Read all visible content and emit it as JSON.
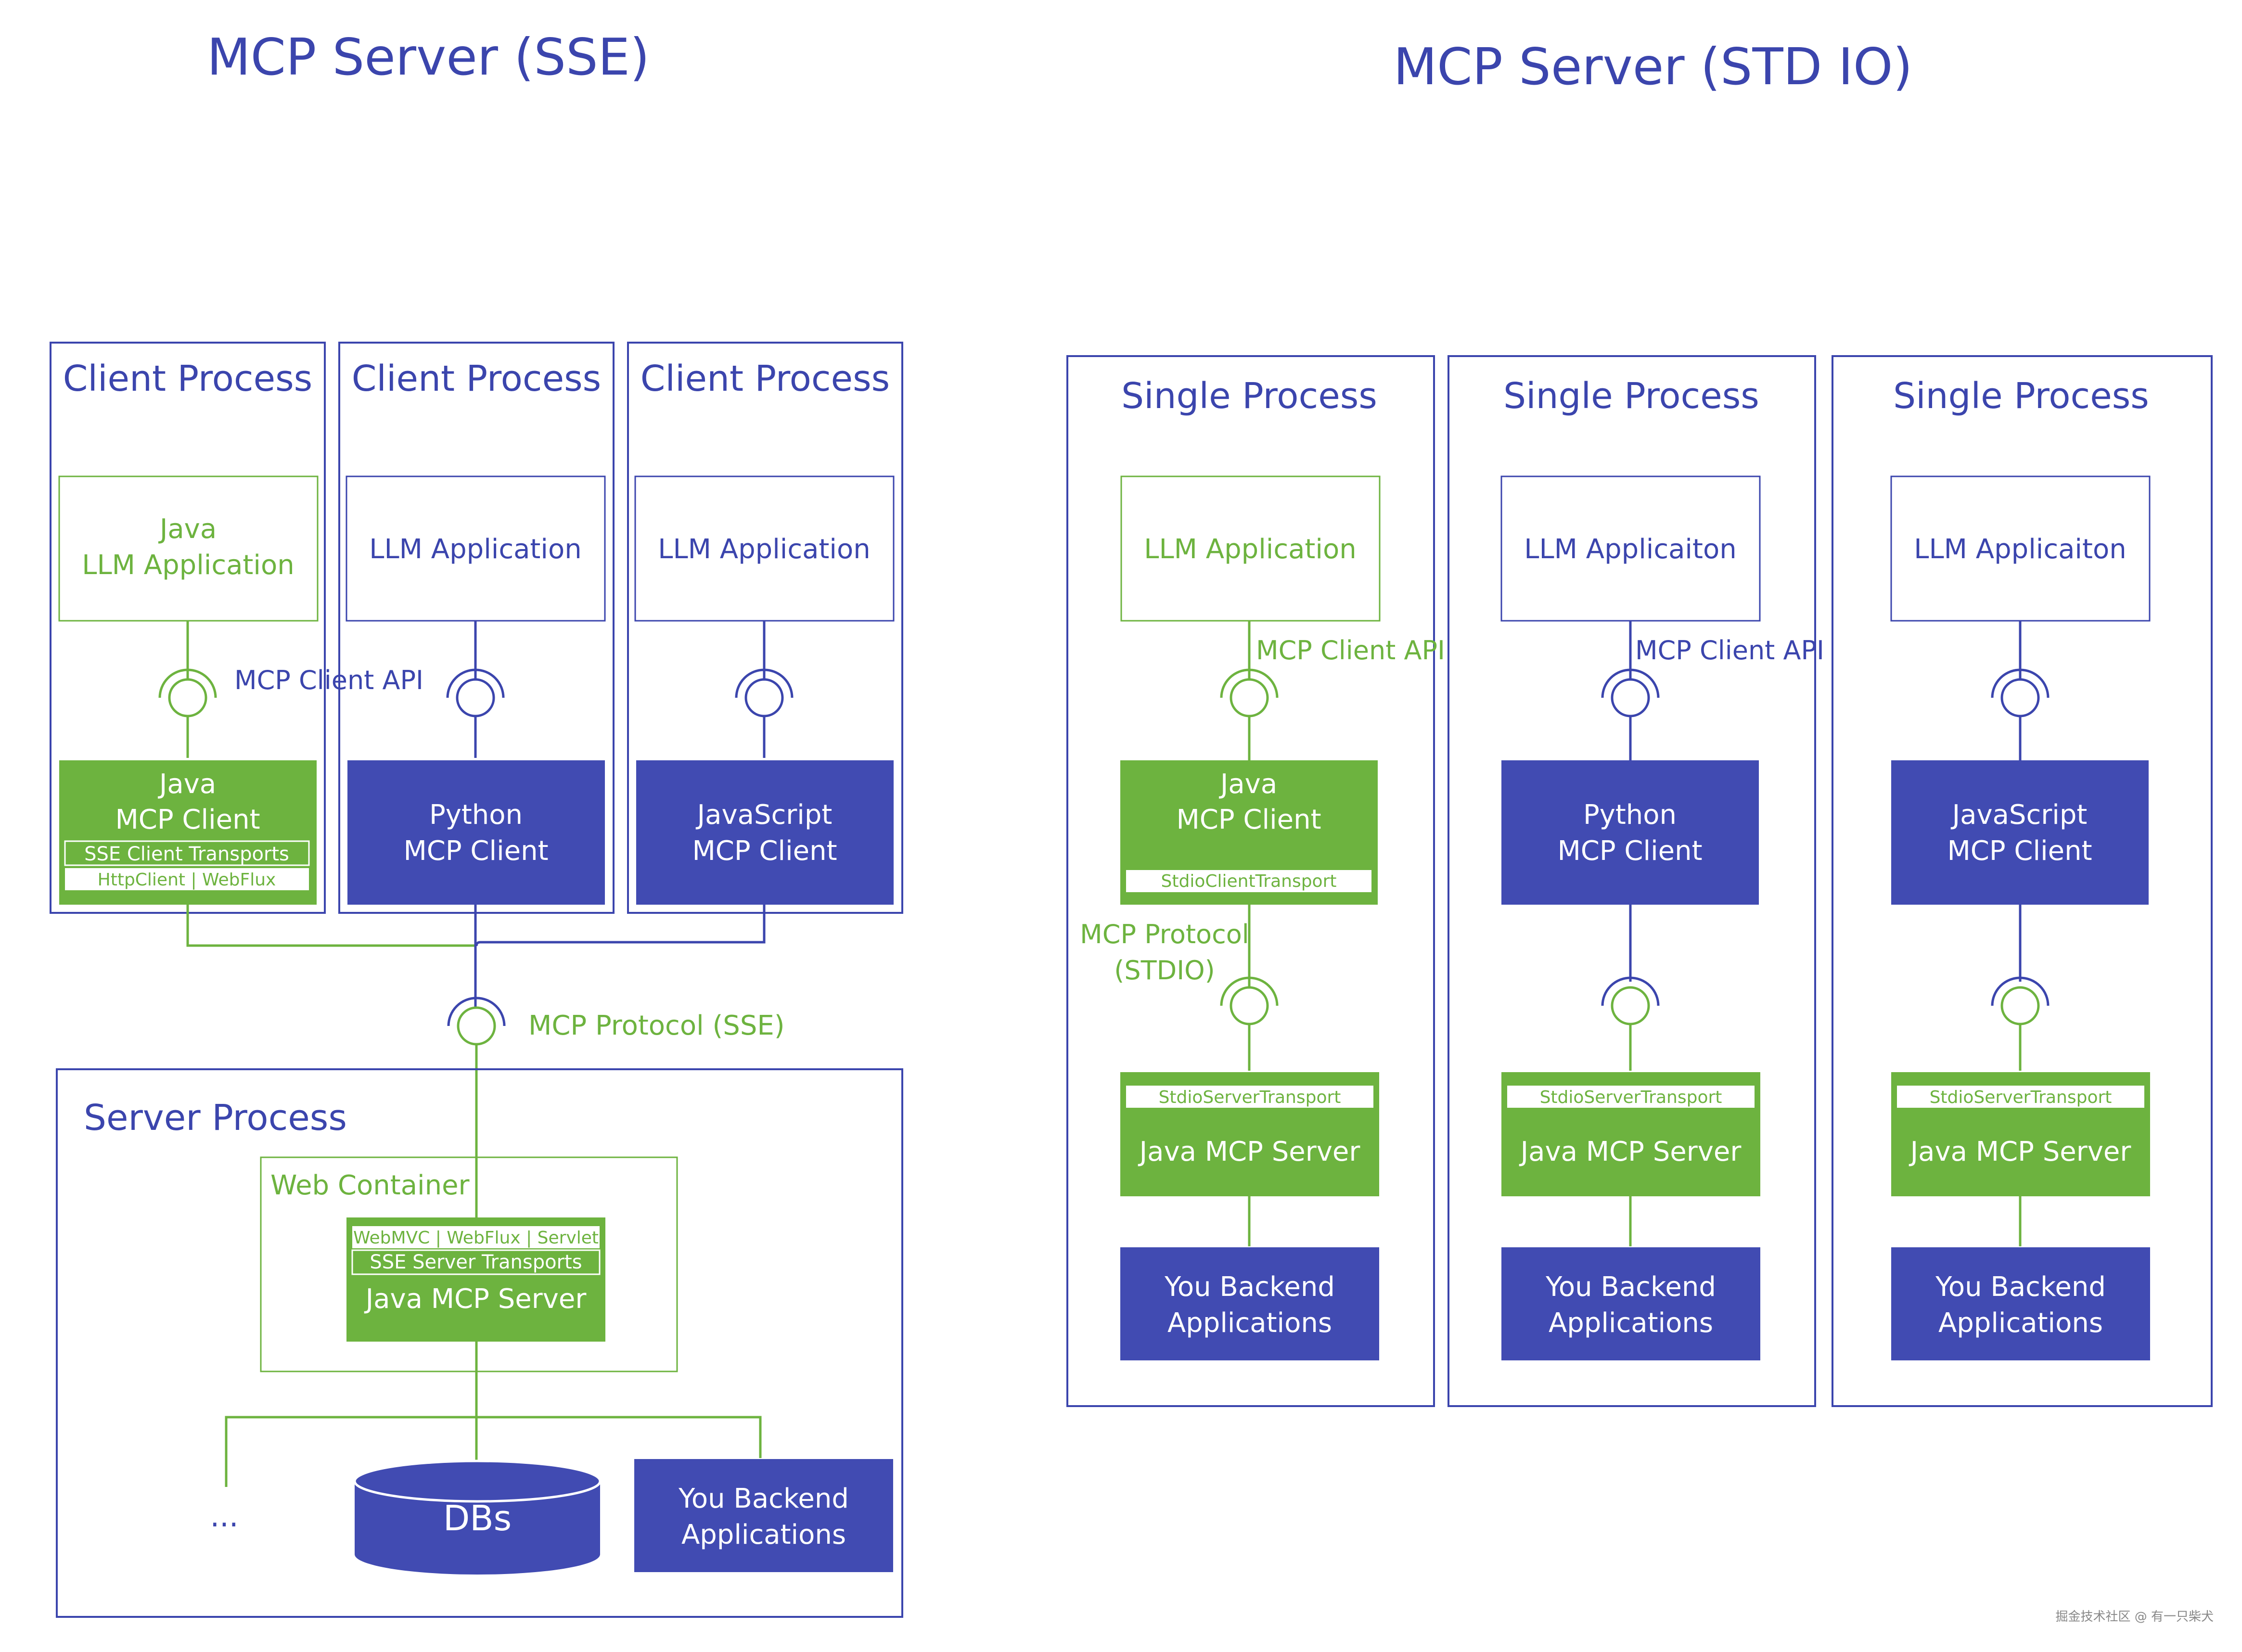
{
  "colors": {
    "blue": "#3b45ad",
    "blue_fill": "#414bb2",
    "green": "#6db33f",
    "white": "#ffffff"
  },
  "sse": {
    "title": "MCP Server (SSE)",
    "clients": [
      {
        "process_label": "Client Process",
        "app_lines": [
          "Java",
          "LLM Application"
        ],
        "client_lines": [
          "Java",
          "MCP Client"
        ],
        "transport_label": "SSE Client Transports",
        "transport_impl": "HttpClient | WebFlux"
      },
      {
        "process_label": "Client Process",
        "app_lines": [
          "LLM Application"
        ],
        "client_lines": [
          "Python",
          "MCP Client"
        ]
      },
      {
        "process_label": "Client Process",
        "app_lines": [
          "LLM Application"
        ],
        "client_lines": [
          "JavaScript",
          "MCP Client"
        ]
      }
    ],
    "client_api_label": "MCP Client API",
    "protocol_label": "MCP Protocol (SSE)",
    "server": {
      "process_label": "Server Process",
      "container_label": "Web Container",
      "impl_label": "WebMVC | WebFlux | Servlet",
      "transport_label": "SSE Server Transports",
      "server_label": "Java MCP Server",
      "ellipsis": "...",
      "db_label": "DBs",
      "backend_lines": [
        "You Backend",
        "Applications"
      ]
    }
  },
  "stdio": {
    "title": "MCP Server (STD IO)",
    "processes": [
      {
        "process_label": "Single Process",
        "app_label": "LLM Application",
        "api_label": "MCP Client API",
        "client_lines": [
          "Java",
          "MCP Client"
        ],
        "client_transport": "StdioClientTransport",
        "protocol_lines": [
          "MCP Protocol",
          "(STDIO)"
        ],
        "server_transport": "StdioServerTransport",
        "server_label": "Java MCP Server",
        "backend_lines": [
          "You Backend",
          "Applications"
        ]
      },
      {
        "process_label": "Single Process",
        "app_label": "LLM Applicaiton",
        "api_label": "MCP Client API",
        "client_lines": [
          "Python",
          "MCP Client"
        ],
        "server_transport": "StdioServerTransport",
        "server_label": "Java MCP Server",
        "backend_lines": [
          "You Backend",
          "Applications"
        ]
      },
      {
        "process_label": "Single Process",
        "app_label": "LLM Applicaiton",
        "client_lines": [
          "JavaScript",
          "MCP Client"
        ],
        "server_transport": "StdioServerTransport",
        "server_label": "Java MCP Server",
        "backend_lines": [
          "You Backend",
          "Applications"
        ]
      }
    ]
  },
  "watermark": "掘金技术社区 @ 有一只柴犬"
}
